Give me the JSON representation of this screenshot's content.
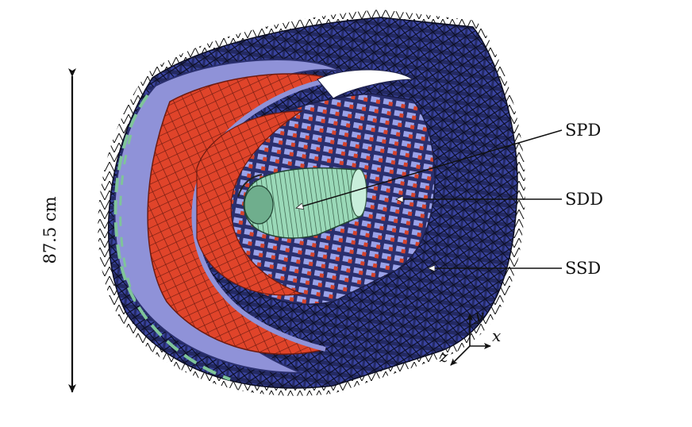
{
  "dimension_label": "87.5 cm",
  "labels": {
    "spd": "SPD",
    "sdd": "SDD",
    "ssd": "SSD"
  },
  "axes": {
    "x": "x",
    "y": "y",
    "z": "z"
  },
  "colors": {
    "ssd_outer": "#2a2f6e",
    "ssd_grid": "#0b0d22",
    "ssd_modules": "#5a63c8",
    "sdd_modules": "#9aa2e8",
    "red_panels": "#e0442a",
    "red_dark": "#8a2416",
    "green_strips": "#7fc49a",
    "spd_cylinder": "#9ad9b8",
    "spd_dark": "#355a45"
  }
}
